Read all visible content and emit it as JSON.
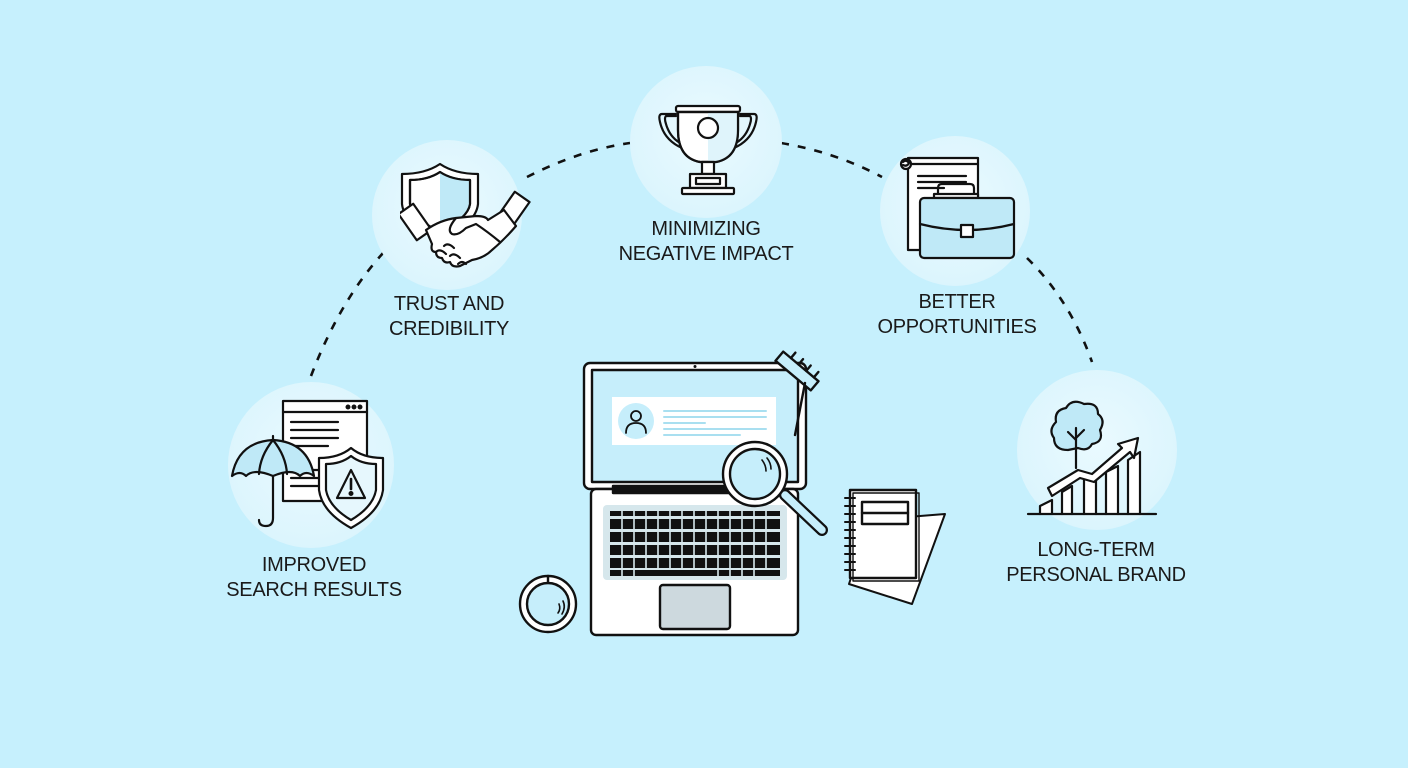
{
  "diagram": {
    "background_color": "#c6f0fd",
    "circle_color": "#e2f7fe",
    "accent_fill": "#bfe9f7",
    "stroke_color": "#111111",
    "center": {
      "illustration": "laptop-with-profile-and-magnifier",
      "items": [
        "laptop",
        "profile-card",
        "magnifying-glass",
        "pen",
        "coffee-cup",
        "notebook",
        "paper"
      ]
    },
    "nodes": [
      {
        "id": "improved-search-results",
        "icon": "umbrella-shield-warning-icon",
        "line1": "IMPROVED",
        "line2": "SEARCH RESULTS"
      },
      {
        "id": "trust-and-credibility",
        "icon": "shield-handshake-icon",
        "line1": "TRUST AND",
        "line2": "CREDIBILITY"
      },
      {
        "id": "minimizing-negative-impact",
        "icon": "trophy-icon",
        "line1": "MINIMIZING",
        "line2": "NEGATIVE IMPACT"
      },
      {
        "id": "better-opportunities",
        "icon": "briefcase-document-icon",
        "line1": "BETTER",
        "line2": "OPPORTUNITIES"
      },
      {
        "id": "long-term-personal-brand",
        "icon": "tree-growth-chart-icon",
        "line1": "LONG-TERM",
        "line2": "PERSONAL BRAND"
      }
    ]
  }
}
